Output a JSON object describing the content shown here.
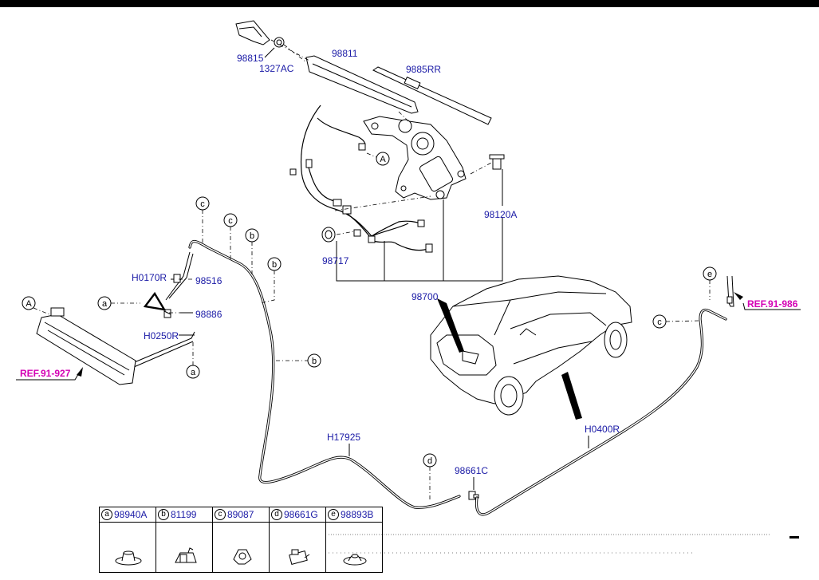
{
  "parts": {
    "p98815": "98815",
    "p1327AC": "1327AC",
    "p98811": "98811",
    "p9885RR": "9885RR",
    "p98120A": "98120A",
    "p98717": "98717",
    "p98700": "98700",
    "pH0170R": "H0170R",
    "p98516": "98516",
    "p98886": "98886",
    "pH0250R": "H0250R",
    "pH17925": "H17925",
    "p98661C": "98661C",
    "pH0400R": "H0400R"
  },
  "refs": {
    "ref927": "REF.91-927",
    "ref986": "REF.91-986"
  },
  "callouts": {
    "A": "A",
    "a": "a",
    "b": "b",
    "c": "c",
    "d": "d",
    "e": "e"
  },
  "legend": [
    {
      "key": "a",
      "part": "98940A"
    },
    {
      "key": "b",
      "part": "81199"
    },
    {
      "key": "c",
      "part": "89087"
    },
    {
      "key": "d",
      "part": "98661G"
    },
    {
      "key": "e",
      "part": "98893B"
    }
  ]
}
